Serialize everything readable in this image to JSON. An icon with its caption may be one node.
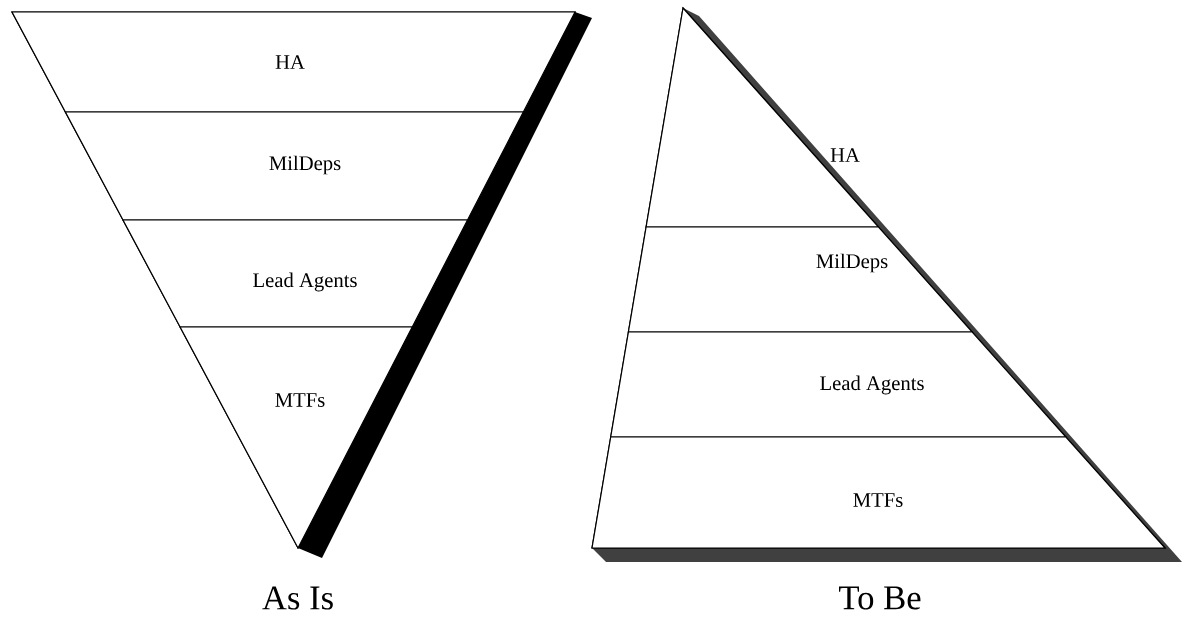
{
  "diagram": {
    "nodes": [
      {
        "text": [
          "As Is"
        ]
      },
      {
        "text": [
          "HA"
        ],
        "in": 0
      },
      {
        "text": [
          "MilDeps"
        ],
        "in": 0
      },
      {
        "text": [
          "Lead Agents"
        ],
        "in": 0
      },
      {
        "text": [
          "MTFs"
        ],
        "in": 0
      },
      {
        "text": [
          "To Be"
        ]
      },
      {
        "text": [
          "HA"
        ],
        "in": 5
      },
      {
        "text": [
          "MilDeps"
        ],
        "in": 5
      },
      {
        "text": [
          "Lead Agents"
        ],
        "in": 5
      },
      {
        "text": [
          "MTFs"
        ],
        "in": 5
      }
    ]
  }
}
